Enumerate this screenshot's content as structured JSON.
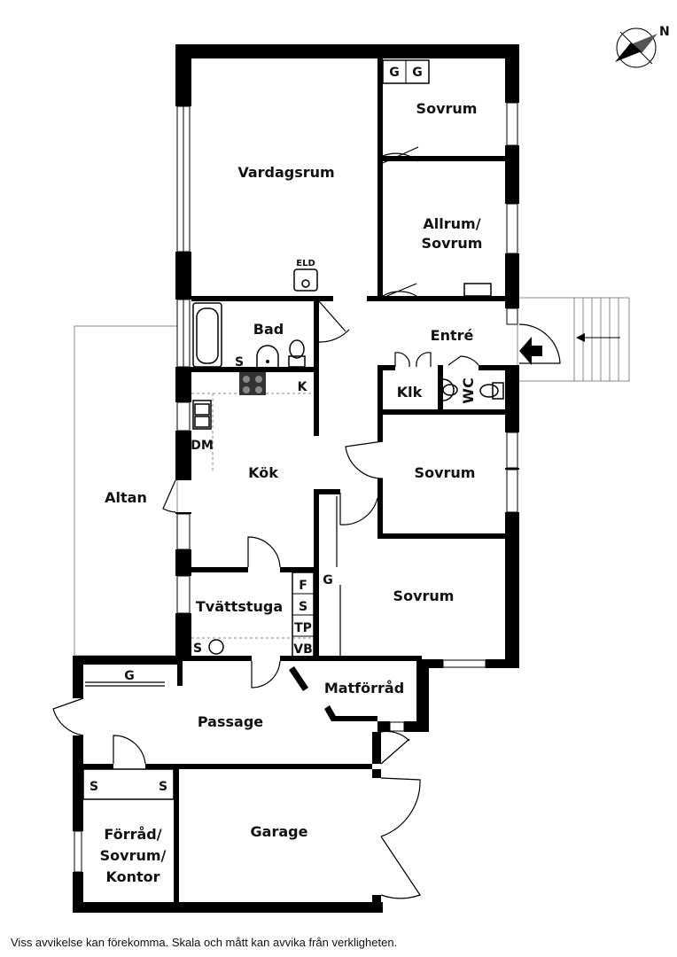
{
  "rooms": {
    "vardagsrum": "Vardagsrum",
    "sovrum_top": "Sovrum",
    "allrum_line1": "Allrum/",
    "allrum_line2": "Sovrum",
    "bad": "Bad",
    "entre": "Entré",
    "klk": "Klk",
    "wc": "WC",
    "kok": "Kök",
    "sovrum_mid": "Sovrum",
    "altan": "Altan",
    "tvattstuga": "Tvättstuga",
    "sovrum_lower": "Sovrum",
    "matforrad": "Matförråd",
    "passage": "Passage",
    "garage": "Garage",
    "forrad_line1": "Förråd/",
    "forrad_line2": "Sovrum/",
    "forrad_line3": "Kontor"
  },
  "fixtures": {
    "eld": "ELD",
    "g1": "G",
    "g2": "G",
    "s_bad": "S",
    "k": "K",
    "dm": "DM",
    "f": "F",
    "s_tv": "S",
    "tp": "TP",
    "vb": "VB",
    "s_sink": "S",
    "g_sovrum": "G",
    "g_passage": "G",
    "s_forrad1": "S",
    "s_forrad2": "S"
  },
  "compass": {
    "label": "N"
  },
  "footer": {
    "disclaimer": "Viss avvikelse kan förekomma. Skala och mått kan avvika från verkligheten."
  }
}
